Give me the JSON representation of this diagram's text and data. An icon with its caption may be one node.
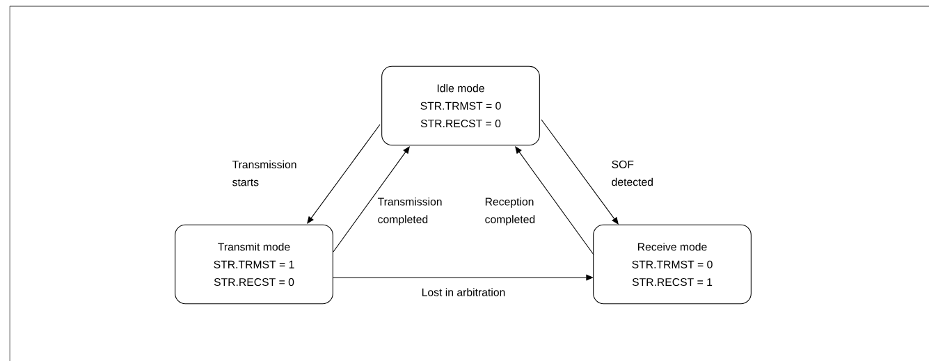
{
  "diagram": {
    "nodes": [
      {
        "text": [
          "Idle mode",
          "STR.TRMST = 0",
          "STR.RECST = 0"
        ]
      },
      {
        "text": [
          "Transmit mode",
          "STR.TRMST = 1",
          "STR.RECST = 0"
        ]
      },
      {
        "text": [
          "Receive mode",
          "STR.TRMST = 0",
          "STR.RECST = 1"
        ]
      }
    ],
    "edges": [
      {
        "from": 0,
        "to": 1,
        "arrow": "to",
        "label": "Transmission starts"
      },
      {
        "from": 1,
        "to": 0,
        "arrow": "to",
        "label": "Transmission completed"
      },
      {
        "from": 0,
        "to": 2,
        "arrow": "to",
        "label": "SOF detected"
      },
      {
        "from": 2,
        "to": 0,
        "arrow": "to",
        "label": "Reception completed"
      },
      {
        "from": 1,
        "to": 2,
        "arrow": "to",
        "label": "Lost in arbitration"
      }
    ]
  }
}
